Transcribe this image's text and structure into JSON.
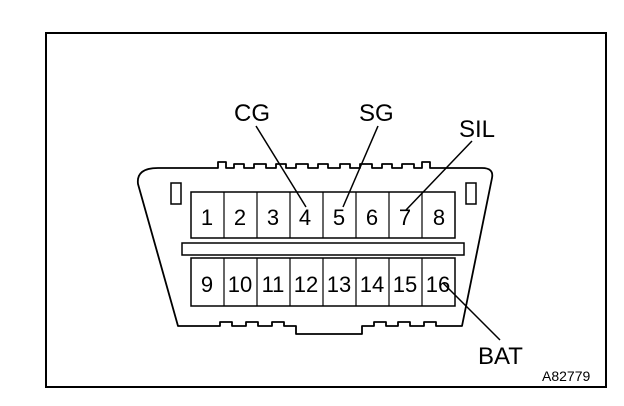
{
  "figure_code": "A82779",
  "connector": {
    "top_row_pins": [
      "1",
      "2",
      "3",
      "4",
      "5",
      "6",
      "7",
      "8"
    ],
    "bottom_row_pins": [
      "9",
      "10",
      "11",
      "12",
      "13",
      "14",
      "15",
      "16"
    ]
  },
  "callouts": [
    {
      "label": "CG",
      "pin": "4"
    },
    {
      "label": "SG",
      "pin": "5"
    },
    {
      "label": "SIL",
      "pin": "7"
    },
    {
      "label": "BAT",
      "pin": "16"
    }
  ]
}
